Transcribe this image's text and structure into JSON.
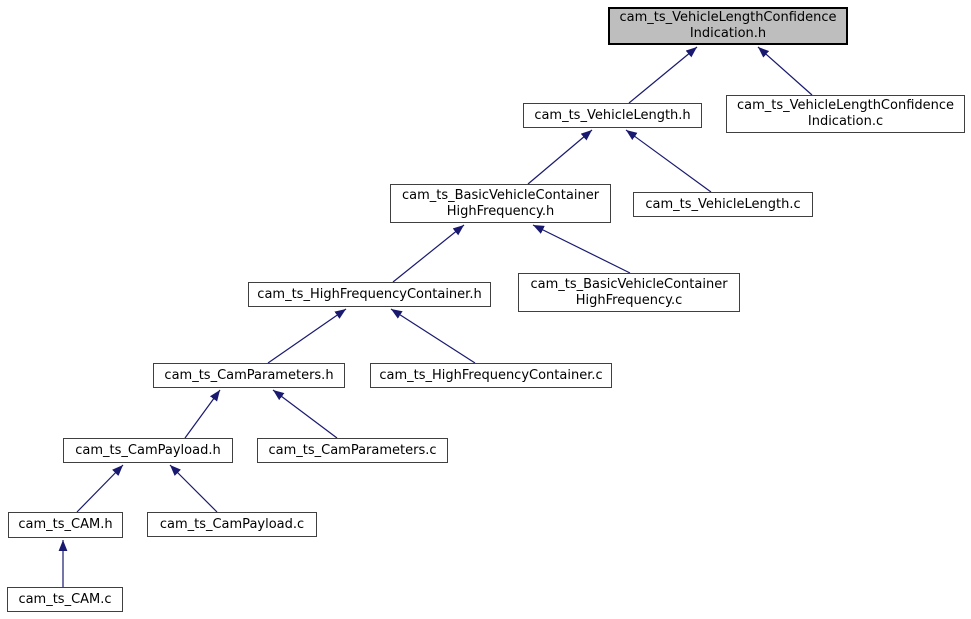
{
  "diagram": {
    "kind": "include-dependency-graph",
    "description": "Doxygen 'included by' graph for cam_ts_VehicleLengthConfidenceIndication.h",
    "colors": {
      "background": "#ffffff",
      "node_fill": "#ffffff",
      "node_border": "#404040",
      "highlight_fill": "#bebebe",
      "highlight_border": "#000000",
      "arrow": "#191970",
      "text": "#000000"
    },
    "nodes": [
      {
        "id": "vehiclelengthconfidenceindication_h",
        "label": "cam_ts_VehicleLengthConfidence\nIndication.h",
        "highlight": true
      },
      {
        "id": "vehiclelength_h",
        "label": "cam_ts_VehicleLength.h",
        "highlight": false
      },
      {
        "id": "vehiclelengthconfidenceindication_c",
        "label": "cam_ts_VehicleLengthConfidence\nIndication.c",
        "highlight": false
      },
      {
        "id": "basicvehiclecontainerhighfrequency_h",
        "label": "cam_ts_BasicVehicleContainer\nHighFrequency.h",
        "highlight": false
      },
      {
        "id": "vehiclelength_c",
        "label": "cam_ts_VehicleLength.c",
        "highlight": false
      },
      {
        "id": "highfrequencycontainer_h",
        "label": "cam_ts_HighFrequencyContainer.h",
        "highlight": false
      },
      {
        "id": "basicvehiclecontainerhighfrequency_c",
        "label": "cam_ts_BasicVehicleContainer\nHighFrequency.c",
        "highlight": false
      },
      {
        "id": "camparameters_h",
        "label": "cam_ts_CamParameters.h",
        "highlight": false
      },
      {
        "id": "highfrequencycontainer_c",
        "label": "cam_ts_HighFrequencyContainer.c",
        "highlight": false
      },
      {
        "id": "campayload_h",
        "label": "cam_ts_CamPayload.h",
        "highlight": false
      },
      {
        "id": "camparameters_c",
        "label": "cam_ts_CamParameters.c",
        "highlight": false
      },
      {
        "id": "cam_h",
        "label": "cam_ts_CAM.h",
        "highlight": false
      },
      {
        "id": "campayload_c",
        "label": "cam_ts_CamPayload.c",
        "highlight": false
      },
      {
        "id": "cam_c",
        "label": "cam_ts_CAM.c",
        "highlight": false
      }
    ],
    "edges": [
      {
        "from": "cam_ts_VehicleLength.h",
        "to": "cam_ts_VehicleLengthConfidenceIndication.h"
      },
      {
        "from": "cam_ts_VehicleLengthConfidenceIndication.c",
        "to": "cam_ts_VehicleLengthConfidenceIndication.h"
      },
      {
        "from": "cam_ts_BasicVehicleContainerHighFrequency.h",
        "to": "cam_ts_VehicleLength.h"
      },
      {
        "from": "cam_ts_VehicleLength.c",
        "to": "cam_ts_VehicleLength.h"
      },
      {
        "from": "cam_ts_HighFrequencyContainer.h",
        "to": "cam_ts_BasicVehicleContainerHighFrequency.h"
      },
      {
        "from": "cam_ts_BasicVehicleContainerHighFrequency.c",
        "to": "cam_ts_BasicVehicleContainerHighFrequency.h"
      },
      {
        "from": "cam_ts_CamParameters.h",
        "to": "cam_ts_HighFrequencyContainer.h"
      },
      {
        "from": "cam_ts_HighFrequencyContainer.c",
        "to": "cam_ts_HighFrequencyContainer.h"
      },
      {
        "from": "cam_ts_CamPayload.h",
        "to": "cam_ts_CamParameters.h"
      },
      {
        "from": "cam_ts_CamParameters.c",
        "to": "cam_ts_CamParameters.h"
      },
      {
        "from": "cam_ts_CAM.h",
        "to": "cam_ts_CamPayload.h"
      },
      {
        "from": "cam_ts_CamPayload.c",
        "to": "cam_ts_CamPayload.h"
      },
      {
        "from": "cam_ts_CAM.c",
        "to": "cam_ts_CAM.h"
      }
    ]
  }
}
